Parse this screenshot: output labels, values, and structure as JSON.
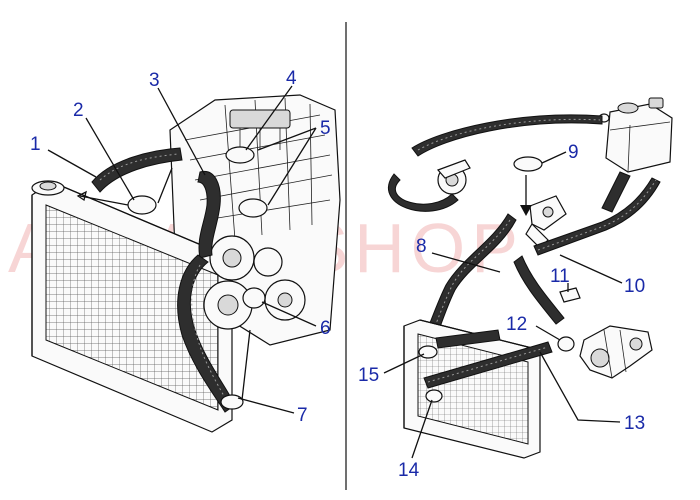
{
  "watermark": "ALFATI-SHOP",
  "callouts": {
    "n1": "1",
    "n2": "2",
    "n3": "3",
    "n4": "4",
    "n5": "5",
    "n6": "6",
    "n7": "7",
    "n8": "8",
    "n9": "9",
    "n10": "10",
    "n11": "11",
    "n12": "12",
    "n13": "13",
    "n14": "14",
    "n15": "15"
  },
  "colors": {
    "callout": "#1a2aa8",
    "watermark": "#d01818",
    "hose": "#2e2e2e"
  }
}
